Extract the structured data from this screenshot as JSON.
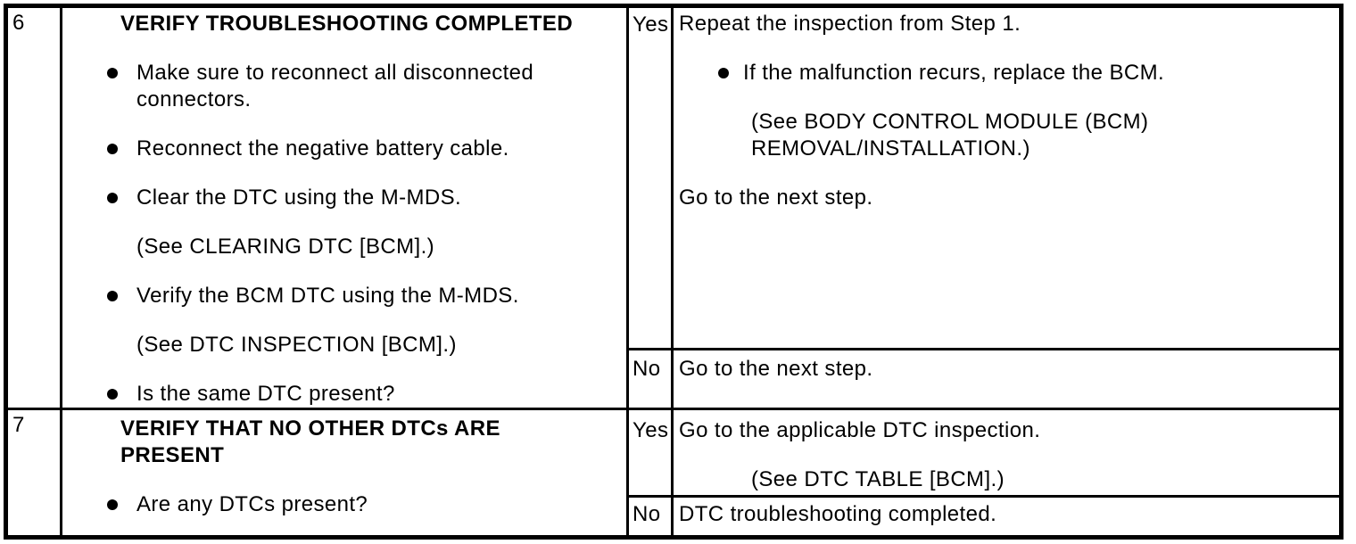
{
  "colors": {
    "border": "#000000",
    "text": "#000000",
    "background": "#ffffff"
  },
  "steps": [
    {
      "number": "6",
      "heading": "VERIFY TROUBLESHOOTING COMPLETED",
      "items": [
        {
          "type": "bullet",
          "text": "Make sure to reconnect all disconnected connectors."
        },
        {
          "type": "bullet",
          "text": "Reconnect the negative battery cable."
        },
        {
          "type": "bullet",
          "text": "Clear the DTC using the M-MDS."
        },
        {
          "type": "ref",
          "text": "(See CLEARING DTC [BCM].)"
        },
        {
          "type": "bullet",
          "text": "Verify the BCM DTC using the M-MDS."
        },
        {
          "type": "ref",
          "text": "(See DTC INSPECTION [BCM].)"
        },
        {
          "type": "bullet",
          "text": "Is the same DTC present?"
        }
      ],
      "yes": {
        "label": "Yes",
        "lines": [
          {
            "type": "plain",
            "text": "Repeat the inspection from Step 1."
          },
          {
            "type": "bullet",
            "text": "If the malfunction recurs, replace the BCM."
          },
          {
            "type": "ref",
            "text": "(See BODY CONTROL MODULE (BCM) REMOVAL/INSTALLATION.)"
          },
          {
            "type": "plain",
            "text": "Go to the next step."
          }
        ]
      },
      "no": {
        "label": "No",
        "lines": [
          {
            "type": "plain",
            "text": "Go to the next step."
          }
        ]
      }
    },
    {
      "number": "7",
      "heading": "VERIFY THAT NO OTHER DTCs ARE PRESENT",
      "items": [
        {
          "type": "bullet",
          "text": "Are any DTCs present?"
        }
      ],
      "yes": {
        "label": "Yes",
        "lines": [
          {
            "type": "plain",
            "text": "Go to the applicable DTC inspection."
          },
          {
            "type": "ref",
            "text": "(See DTC TABLE [BCM].)"
          }
        ]
      },
      "no": {
        "label": "No",
        "lines": [
          {
            "type": "plain",
            "text": "DTC troubleshooting completed."
          }
        ]
      }
    }
  ]
}
